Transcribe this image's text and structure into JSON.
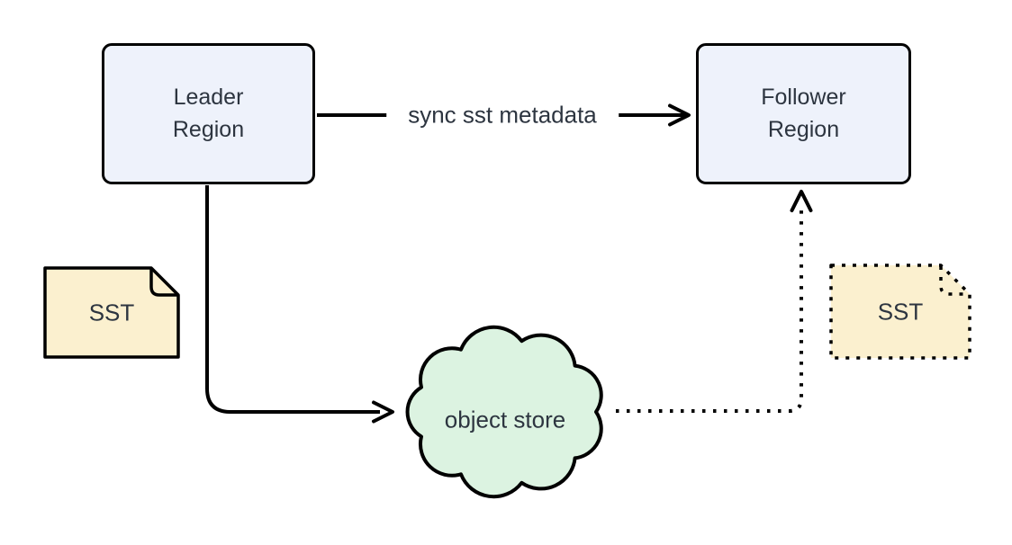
{
  "colors": {
    "background": "#ffffff",
    "stroke": "#000000",
    "text": "#2d3540",
    "region_fill": "#eef2fb",
    "store_fill": "#dcf3e1",
    "sst_fill": "#fbf0cf",
    "edge_label_bg": "#ffffff"
  },
  "nodes": {
    "leader_region": {
      "label": "Leader Region"
    },
    "follower_region": {
      "label": "Follower Region"
    },
    "object_store": {
      "label": "object store"
    },
    "sst_source": {
      "label": "SST"
    },
    "sst_replica": {
      "label": "SST"
    }
  },
  "edges": {
    "sync_metadata": {
      "label": "sync sst metadata",
      "style": "solid"
    },
    "leader_to_store": {
      "style": "solid"
    },
    "store_to_follower": {
      "style": "dotted"
    }
  }
}
